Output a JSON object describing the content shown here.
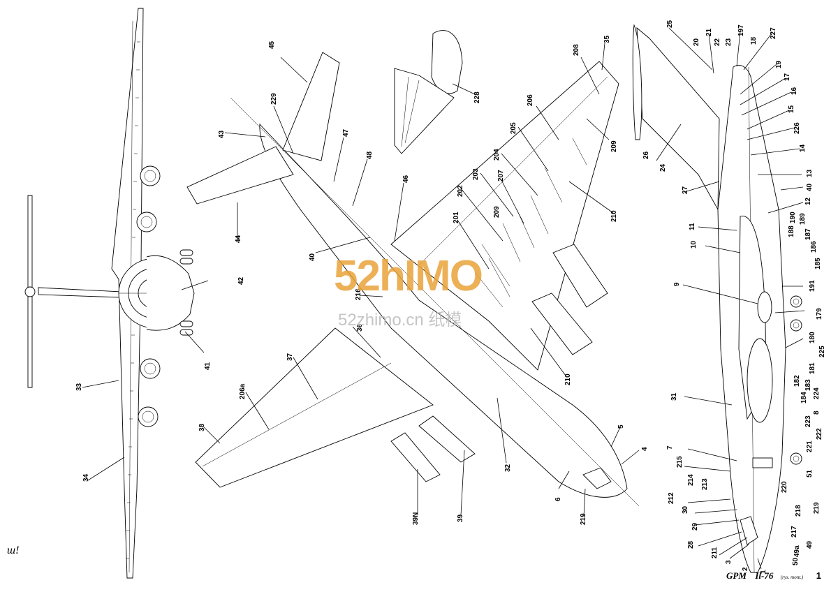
{
  "labels": [
    "45",
    "229",
    "43",
    "47",
    "48",
    "46",
    "44",
    "40",
    "216",
    "36",
    "37",
    "206a",
    "38",
    "39N",
    "39",
    "32",
    "6",
    "219",
    "5",
    "4",
    "208",
    "35",
    "206",
    "209",
    "205",
    "204",
    "207",
    "203",
    "202",
    "201",
    "210",
    "228",
    "25",
    "21",
    "197",
    "227",
    "20",
    "22",
    "23",
    "18",
    "19",
    "17",
    "16",
    "15",
    "226",
    "14",
    "13",
    "26",
    "24",
    "27",
    "40",
    "12",
    "11",
    "190",
    "189",
    "188",
    "187",
    "186",
    "10",
    "185",
    "9",
    "191",
    "179",
    "180",
    "225",
    "181",
    "182",
    "183",
    "184",
    "224",
    "31",
    "8",
    "223",
    "222",
    "221",
    "7",
    "215",
    "51",
    "214",
    "213",
    "220",
    "212",
    "218",
    "219",
    "30",
    "29",
    "217",
    "28",
    "49",
    "211",
    "49a",
    "3",
    "50",
    "2",
    "1",
    "42",
    "41",
    "33",
    "34"
  ],
  "footer": {
    "brand": "GPM",
    "model": "Il-76",
    "caption": "(rys. mont.)",
    "page": "1"
  },
  "watermark": {
    "main": "52hIMO",
    "sub": "52zhimo.cn 纸模"
  },
  "signature": "ш!"
}
